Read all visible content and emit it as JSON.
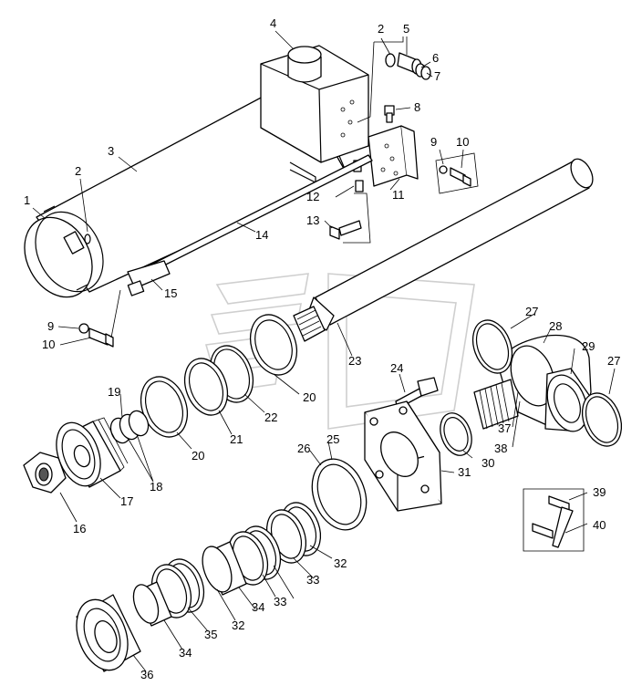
{
  "callouts": [
    {
      "id": "c1",
      "text": "1"
    },
    {
      "id": "c2a",
      "text": "2"
    },
    {
      "id": "c2b",
      "text": "2"
    },
    {
      "id": "c3",
      "text": "3"
    },
    {
      "id": "c4",
      "text": "4"
    },
    {
      "id": "c5",
      "text": "5"
    },
    {
      "id": "c6",
      "text": "6"
    },
    {
      "id": "c7",
      "text": "7"
    },
    {
      "id": "c8",
      "text": "8"
    },
    {
      "id": "c9a",
      "text": "9"
    },
    {
      "id": "c9b",
      "text": "9"
    },
    {
      "id": "c10a",
      "text": "10"
    },
    {
      "id": "c10b",
      "text": "10"
    },
    {
      "id": "c11",
      "text": "11"
    },
    {
      "id": "c12",
      "text": "12"
    },
    {
      "id": "c13",
      "text": "13"
    },
    {
      "id": "c14",
      "text": "14"
    },
    {
      "id": "c15",
      "text": "15"
    },
    {
      "id": "c16",
      "text": "16"
    },
    {
      "id": "c17",
      "text": "17"
    },
    {
      "id": "c18",
      "text": "18"
    },
    {
      "id": "c19",
      "text": "19"
    },
    {
      "id": "c20a",
      "text": "20"
    },
    {
      "id": "c20b",
      "text": "20"
    },
    {
      "id": "c21",
      "text": "21"
    },
    {
      "id": "c22",
      "text": "22"
    },
    {
      "id": "c23",
      "text": "23"
    },
    {
      "id": "c24",
      "text": "24"
    },
    {
      "id": "c25",
      "text": "25"
    },
    {
      "id": "c26",
      "text": "26"
    },
    {
      "id": "c27a",
      "text": "27"
    },
    {
      "id": "c27b",
      "text": "27"
    },
    {
      "id": "c28",
      "text": "28"
    },
    {
      "id": "c29",
      "text": "29"
    },
    {
      "id": "c30",
      "text": "30"
    },
    {
      "id": "c31",
      "text": "31"
    },
    {
      "id": "c32a",
      "text": "32"
    },
    {
      "id": "c32b",
      "text": "32"
    },
    {
      "id": "c33a",
      "text": "33"
    },
    {
      "id": "c33b",
      "text": "33"
    },
    {
      "id": "c34a",
      "text": "34"
    },
    {
      "id": "c34b",
      "text": "34"
    },
    {
      "id": "c35",
      "text": "35"
    },
    {
      "id": "c36",
      "text": "36"
    },
    {
      "id": "c37",
      "text": "37"
    },
    {
      "id": "c38",
      "text": "38"
    },
    {
      "id": "c39",
      "text": "39"
    },
    {
      "id": "c40",
      "text": "40"
    }
  ]
}
